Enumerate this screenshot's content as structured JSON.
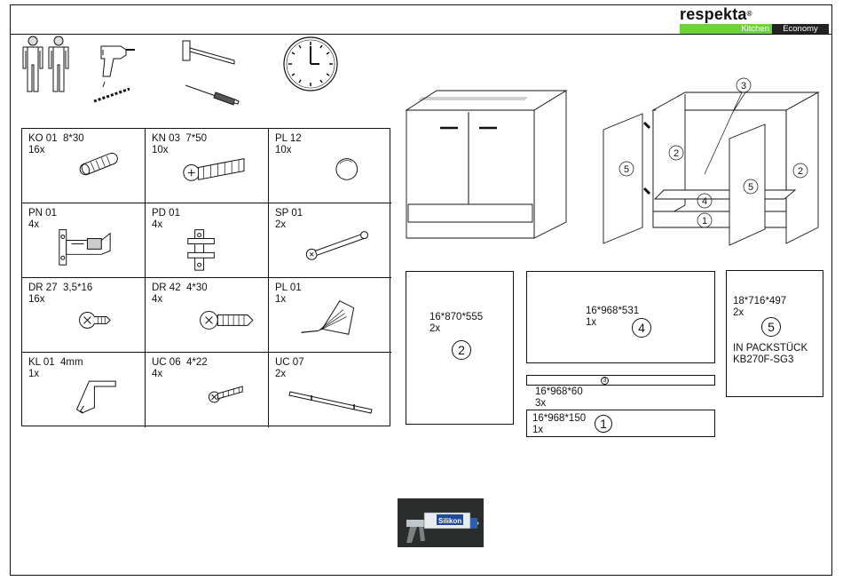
{
  "brand": {
    "name": "respekta",
    "mark": "®",
    "line_left": "Kitchen",
    "line_right": "Economy"
  },
  "tools": [
    {
      "icon": "two-persons-icon"
    },
    {
      "icon": "drill-icon"
    },
    {
      "icon": "hammer-icon"
    },
    {
      "icon": "screwdriver-icon"
    },
    {
      "icon": "clock-icon"
    }
  ],
  "parts": [
    {
      "code": "KO 01  8*30",
      "qty": "16x",
      "icon": "dowel-icon"
    },
    {
      "code": "KN 03  7*50",
      "qty": "10x",
      "icon": "wall-plug-icon"
    },
    {
      "code": "PL 12",
      "qty": "10x",
      "icon": "cap-icon"
    },
    {
      "code": "PN 01",
      "qty": "4x",
      "icon": "hinge-icon"
    },
    {
      "code": "PD 01",
      "qty": "4x",
      "icon": "hinge-plate-icon"
    },
    {
      "code": "SP 01",
      "qty": "2x",
      "icon": "bolt-icon"
    },
    {
      "code": "DR 27  3,5*16",
      "qty": "16x",
      "icon": "short-screw-icon"
    },
    {
      "code": "DR 42  4*30",
      "qty": "4x",
      "icon": "long-screw-icon"
    },
    {
      "code": "PL 01",
      "qty": "1x",
      "icon": "bracket-icon"
    },
    {
      "code": "KL 01  4mm",
      "qty": "1x",
      "icon": "allen-key-icon"
    },
    {
      "code": "UC 06  4*22",
      "qty": "4x",
      "icon": "handle-screw-icon"
    },
    {
      "code": "UC 07",
      "qty": "2x",
      "icon": "handle-icon"
    }
  ],
  "panels": {
    "side": {
      "dims": "16*870*555",
      "qty": "2x",
      "num": "2"
    },
    "top": {
      "dims": "16*968*531",
      "qty": "1x",
      "num": "4"
    },
    "rail": {
      "dims": "16*968*60",
      "qty": "3x",
      "num": "3"
    },
    "bottom": {
      "dims": "16*968*150",
      "qty": "1x",
      "num": "1"
    },
    "door": {
      "dims": "18*716*497",
      "qty": "2x",
      "num": "5",
      "note1": "IN PACKSTÜCK",
      "note2": "KB270F-SG3"
    }
  },
  "exploded_labels": [
    "3",
    "2",
    "5",
    "4",
    "1",
    "5",
    "2"
  ],
  "silicone": {
    "label": "Silikon"
  }
}
